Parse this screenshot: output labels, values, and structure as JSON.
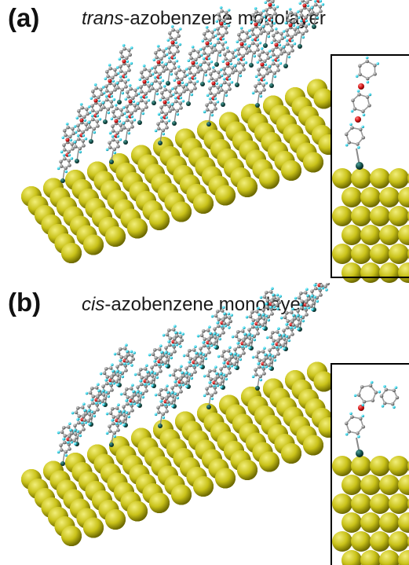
{
  "panel_a": {
    "label": "(a)",
    "title_prefix": "trans",
    "title_rest": "-azobenzene monolayer"
  },
  "panel_b": {
    "label": "(b)",
    "title_prefix": "cis",
    "title_rest": "-azobenzene monolayer"
  },
  "colors": {
    "gold": "#c9c219",
    "gold_light": "#f2ee7a",
    "gold_dark": "#6e6a00",
    "carbon": "#8c8c8c",
    "oxygen": "#d21414",
    "hydrogen": "#33d9f0",
    "sulfur": "#14504b",
    "frame": "#000000"
  }
}
